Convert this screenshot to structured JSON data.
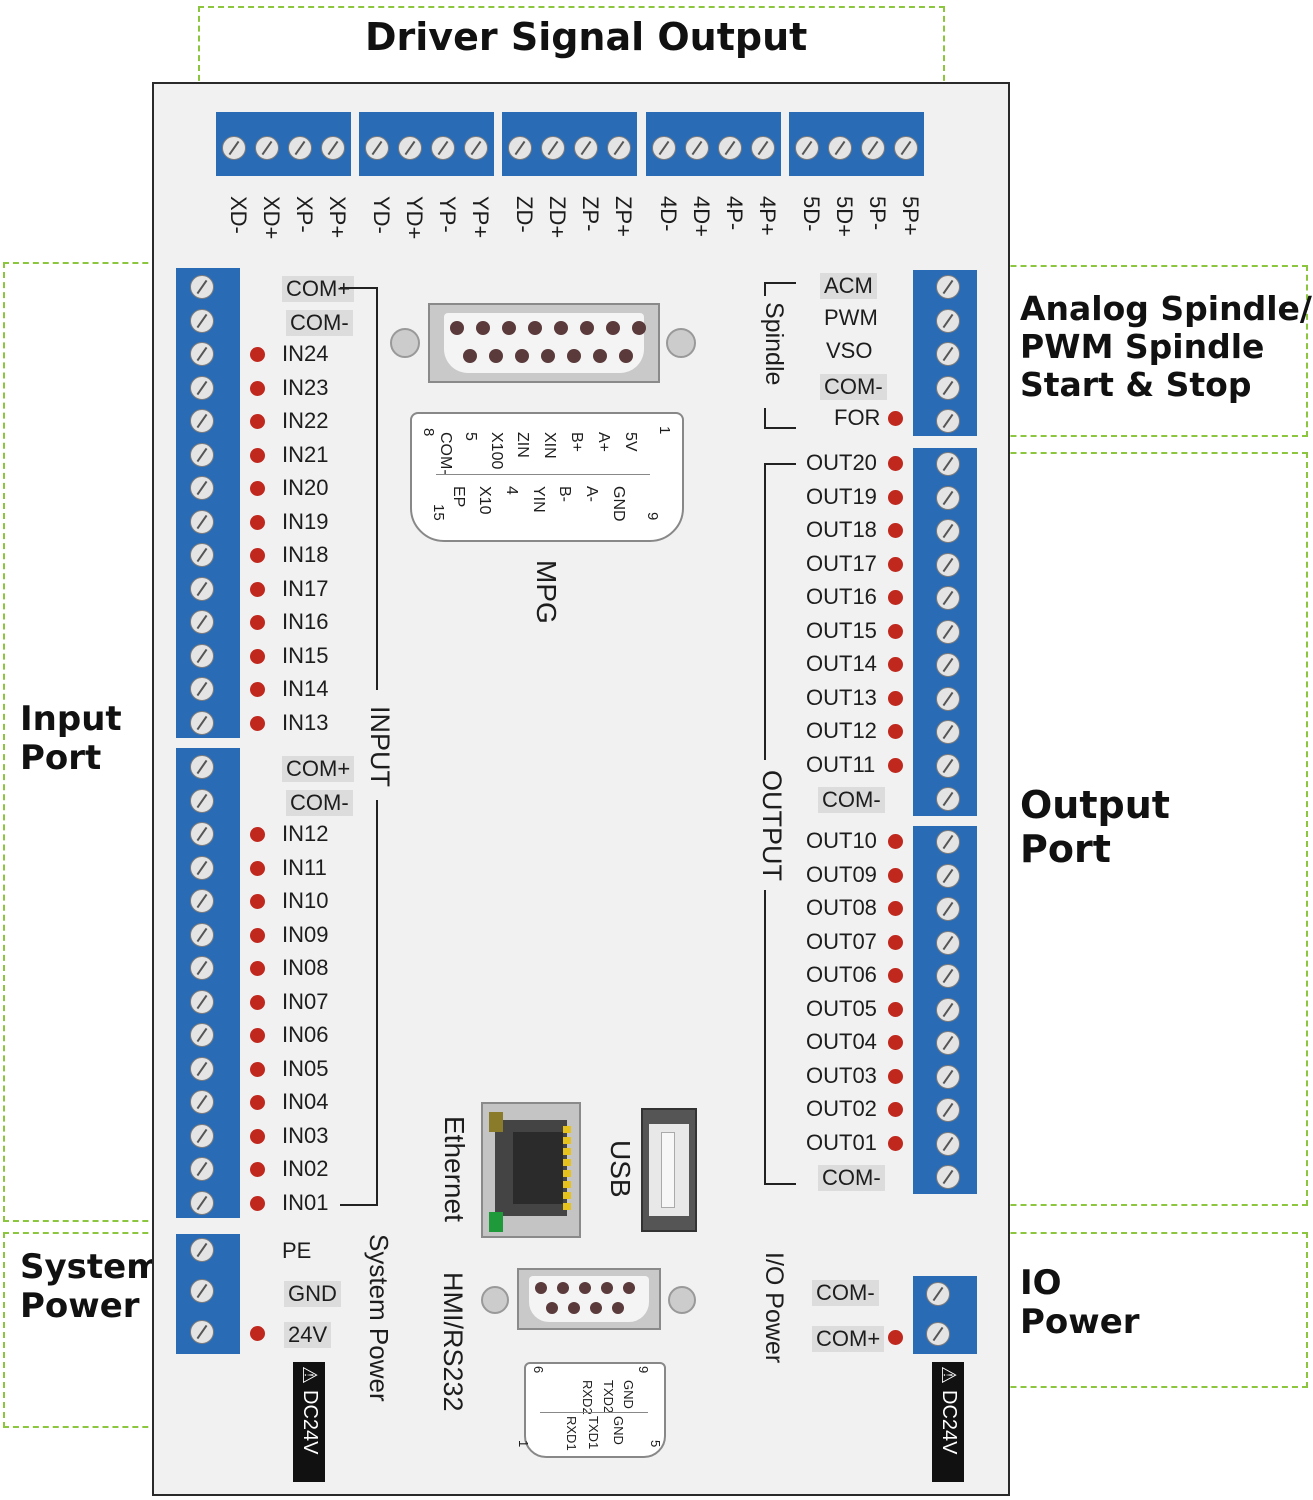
{
  "zones": {
    "driver_signal_output": "Driver Signal Output",
    "input_port": [
      "Input",
      "Port"
    ],
    "system_power": [
      "System",
      "Power"
    ],
    "analog_spindle": [
      "Analog Spindle/",
      "PWM Spindle",
      "Start & Stop"
    ],
    "output_port": [
      "Output",
      "Port"
    ],
    "io_power": [
      "IO",
      "Power"
    ]
  },
  "driver_pins": [
    "XD-",
    "XD+",
    "XP-",
    "XP+",
    "YD-",
    "YD+",
    "YP-",
    "YP+",
    "ZD-",
    "ZD+",
    "ZP-",
    "ZP+",
    "4D-",
    "4D+",
    "4P-",
    "4P+",
    "5D-",
    "5D+",
    "5P-",
    "5P+"
  ],
  "input_group_a": [
    "COM+",
    "COM-",
    "IN24",
    "IN23",
    "IN22",
    "IN21",
    "IN20",
    "IN19",
    "IN18",
    "IN17",
    "IN16",
    "IN15",
    "IN14",
    "IN13"
  ],
  "input_group_b": [
    "COM+",
    "COM-",
    "IN12",
    "IN11",
    "IN10",
    "IN09",
    "IN08",
    "IN07",
    "IN06",
    "IN05",
    "IN04",
    "IN03",
    "IN02",
    "IN01"
  ],
  "input_bracket_label": "INPUT",
  "system_power_pins": [
    "PE",
    "GND",
    "24V"
  ],
  "system_power_label": "System Power",
  "dc_warning": "DC24V",
  "spindle_pins": [
    "ACM",
    "PWM",
    "VSO",
    "COM-",
    "FOR"
  ],
  "spindle_label": "Spindle",
  "output_group_a": [
    "OUT20",
    "OUT19",
    "OUT18",
    "OUT17",
    "OUT16",
    "OUT15",
    "OUT14",
    "OUT13",
    "OUT12",
    "OUT11",
    "COM-"
  ],
  "output_group_b": [
    "OUT10",
    "OUT09",
    "OUT08",
    "OUT07",
    "OUT06",
    "OUT05",
    "OUT04",
    "OUT03",
    "OUT02",
    "OUT01",
    "COM-"
  ],
  "output_bracket_label": "OUTPUT",
  "io_power_pins": [
    "COM-",
    "COM+"
  ],
  "io_power_label": "I/O Power",
  "mpg": {
    "label": "MPG",
    "pin_numbers": [
      "1",
      "8",
      "9",
      "15"
    ],
    "top_row": [
      "5V",
      "A+",
      "B+",
      "XIN",
      "ZIN",
      "X100",
      "5",
      "COM-"
    ],
    "bottom_row": [
      "GND",
      "A-",
      "B-",
      "YIN",
      "4",
      "X10",
      "EP"
    ]
  },
  "ethernet_label": "Ethernet",
  "usb_label": "USB",
  "hmi_label": "HMI/RS232",
  "rs232": {
    "pin_numbers": [
      "6",
      "9",
      "1",
      "5"
    ],
    "top_row": [
      "RXD2",
      "TXD2",
      "GND"
    ],
    "bottom_row": [
      "RXD1",
      "TXD1",
      "GND"
    ]
  },
  "colors": {
    "terminal_blue": "#2a6bb5",
    "led_red": "#c0281e",
    "zone_green": "#8cc63f"
  }
}
